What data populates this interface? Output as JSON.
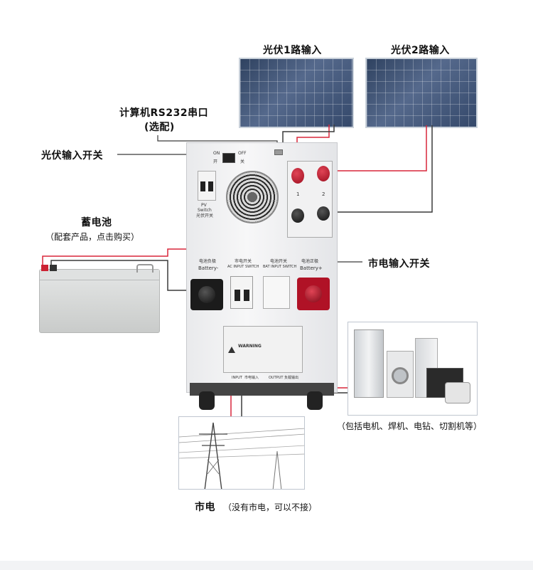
{
  "labels": {
    "pv1_input": "光伏1路输入",
    "pv2_input": "光伏2路输入",
    "rs232_port": "计算机RS232串口",
    "rs232_optional": "(选配)",
    "pv_input_switch": "光伏输入开关",
    "battery_title": "蓄电池",
    "battery_note": "（配套产品，点击购买）",
    "mains_input_switch": "市电输入开关",
    "appliances_note": "（包括电机、焊机、电钻、切割机等）",
    "mains": "市电",
    "mains_note": "（没有市电，可以不接）"
  },
  "device": {
    "switch_on": "ON",
    "switch_on_cn": "开",
    "switch_off": "OFF",
    "switch_off_cn": "关",
    "pv_switch_en": "PV",
    "pv_switch_en2": "Switch",
    "pv_switch_cn": "光伏开关",
    "terminal_1": "1",
    "terminal_2": "2",
    "battery_neg_cn": "电池负极",
    "battery_neg_en": "Battery-",
    "ac_input_cn": "市电开关",
    "ac_input_en": "AC INPUT SWITCH",
    "bat_input_cn": "电池开关",
    "bat_input_en": "BAT INPUT SWITCH",
    "battery_pos_cn": "电池正极",
    "battery_pos_en": "Battery+",
    "warning": "WARNING",
    "input_label": "INPUT",
    "input_cn": "市电输入",
    "output_label": "OUTPUT",
    "output_cn": "负载输出"
  },
  "colors": {
    "wire_red": "#d9263a",
    "wire_dark": "#3a3a3a",
    "terminal_red": "#b01226",
    "terminal_black": "#1b1b1b"
  }
}
